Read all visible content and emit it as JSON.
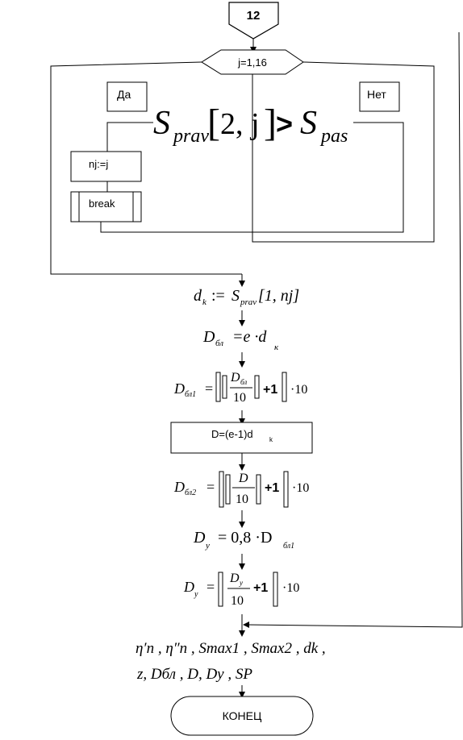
{
  "connector": {
    "label": "12"
  },
  "loop": {
    "label": "j=1,16"
  },
  "branches": {
    "yes": "Да",
    "no": "Нет"
  },
  "condition": {
    "s": "S",
    "sub1": "prav",
    "bracket_open": "[",
    "args": "2, j",
    "bracket_close": "]",
    "op": ">",
    "s2": "S",
    "sub2": "pas"
  },
  "process": {
    "assign_nj": "nj:=j",
    "break": "break",
    "d_formula": "D=(e-1)d",
    "d_formula_sub": "k"
  },
  "formulas": {
    "dk": {
      "lhs": "d",
      "lhs_sub": "k",
      "assign": ":=",
      "s": "S",
      "s_sub": "prav",
      "args": "[1, nj]"
    },
    "dbl": {
      "lhs": "D",
      "lhs_sub": "бл",
      "rhs": "=e ·d",
      "rhs_sub": "к"
    },
    "dbl1": {
      "lhs": "D",
      "lhs_sub": "бл1",
      "eq": "=",
      "num": "D",
      "num_sub": "бл",
      "den": "10",
      "plus": "+1",
      "mult": "·10"
    },
    "dbl2": {
      "lhs": "D",
      "lhs_sub": "бл2",
      "eq": "=",
      "num": "D",
      "den": "10",
      "plus": "+1",
      "mult": "·10"
    },
    "dy": {
      "lhs": "D",
      "lhs_sub": "у",
      "rhs": "= 0,8 ·D",
      "rhs_sub": "бл1"
    },
    "dy2": {
      "lhs": "D",
      "lhs_sub": "у",
      "eq": "=",
      "num": "D",
      "num_sub": "у",
      "den": "10",
      "plus": "+1",
      "mult": "·10"
    }
  },
  "output": {
    "line1": "η′n , η″n , Smax1 , Smax2 , dk ,",
    "line2": "z, Dбл , D, Dу , SP"
  },
  "terminal": {
    "label": "КОНЕЦ"
  }
}
